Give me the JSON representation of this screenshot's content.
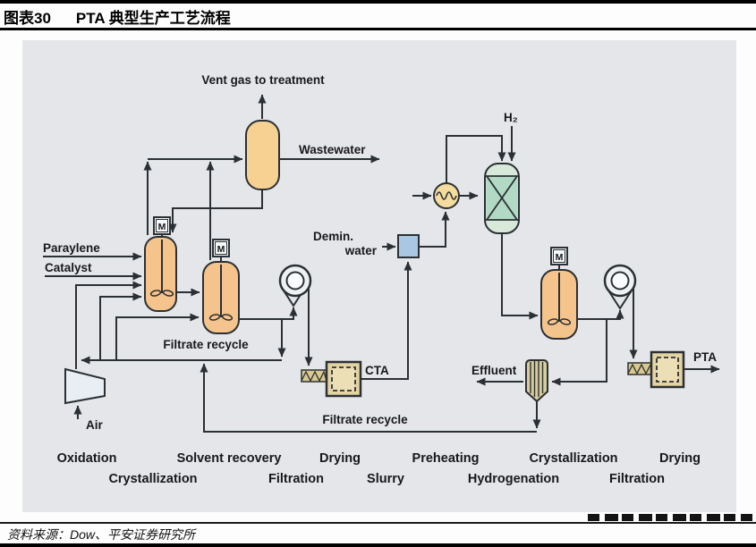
{
  "header": {
    "figure_label": "图表30",
    "title": "PTA 典型生产工艺流程"
  },
  "footer": {
    "source": "资料来源：Dow、平安证券研究所"
  },
  "diagram": {
    "labels": {
      "vent": "Vent gas to treatment",
      "wastewater": "Wastewater",
      "paraylene": "Paraylene",
      "catalyst": "Catalyst",
      "air": "Air",
      "filtrate_recycle_left": "Filtrate recycle",
      "filtrate_recycle_bottom": "Filtrate recycle",
      "demin_line1": "Demin.",
      "demin_line2": "water",
      "h2": "H₂",
      "cta": "CTA",
      "effluent": "Effluent",
      "pta": "PTA",
      "motor": "M"
    },
    "stages_row1": [
      "Oxidation",
      "Solvent recovery",
      "Drying",
      "Preheating",
      "Crystallization",
      "Drying"
    ],
    "stages_row2": [
      "Crystallization",
      "Filtration",
      "Slurry",
      "Hydrogenation",
      "Filtration"
    ],
    "colors": {
      "panel_bg": "#e4e6e9",
      "line": "#2b3034",
      "vessel_orange": "#f5c48c",
      "column_yellow": "#f6d191",
      "green_vessel": "#d8e9da",
      "green_band": "#b2d9c4",
      "mixer_blue": "#a9c7e2",
      "hx_tan": "#f4dc9e",
      "compressor_blue": "#e9eef4",
      "dryer_tan": "#e3d3a2",
      "dryer_inner": "#ecdfb6",
      "screw_tan": "#d9c98f",
      "effluent_filter_tan": "#d6cc9c",
      "filter_ring": "#eef0f2"
    }
  }
}
